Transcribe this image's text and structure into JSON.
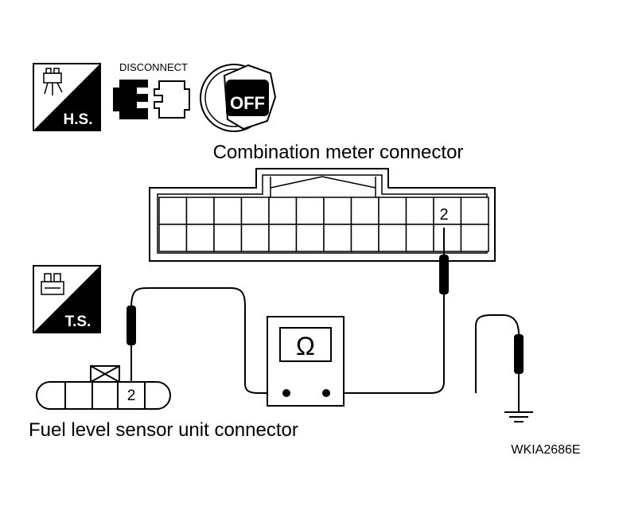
{
  "badges": {
    "hs": "H.S.",
    "ts": "T.S."
  },
  "disconnect_label": "DISCONNECT",
  "ignition_label": "OFF",
  "combination_meter": {
    "title": "Combination meter connector",
    "pin": "2"
  },
  "fuel_sensor": {
    "title": "Fuel level sensor unit connector",
    "pin": "2"
  },
  "ohmmeter_symbol": "Ω",
  "figure_code": "WKIA2686E",
  "icons": [
    "harness-side-icon",
    "terminal-side-icon",
    "disconnect-connector-icon",
    "ignition-off-icon",
    "ohmmeter-icon",
    "ground-icon"
  ]
}
